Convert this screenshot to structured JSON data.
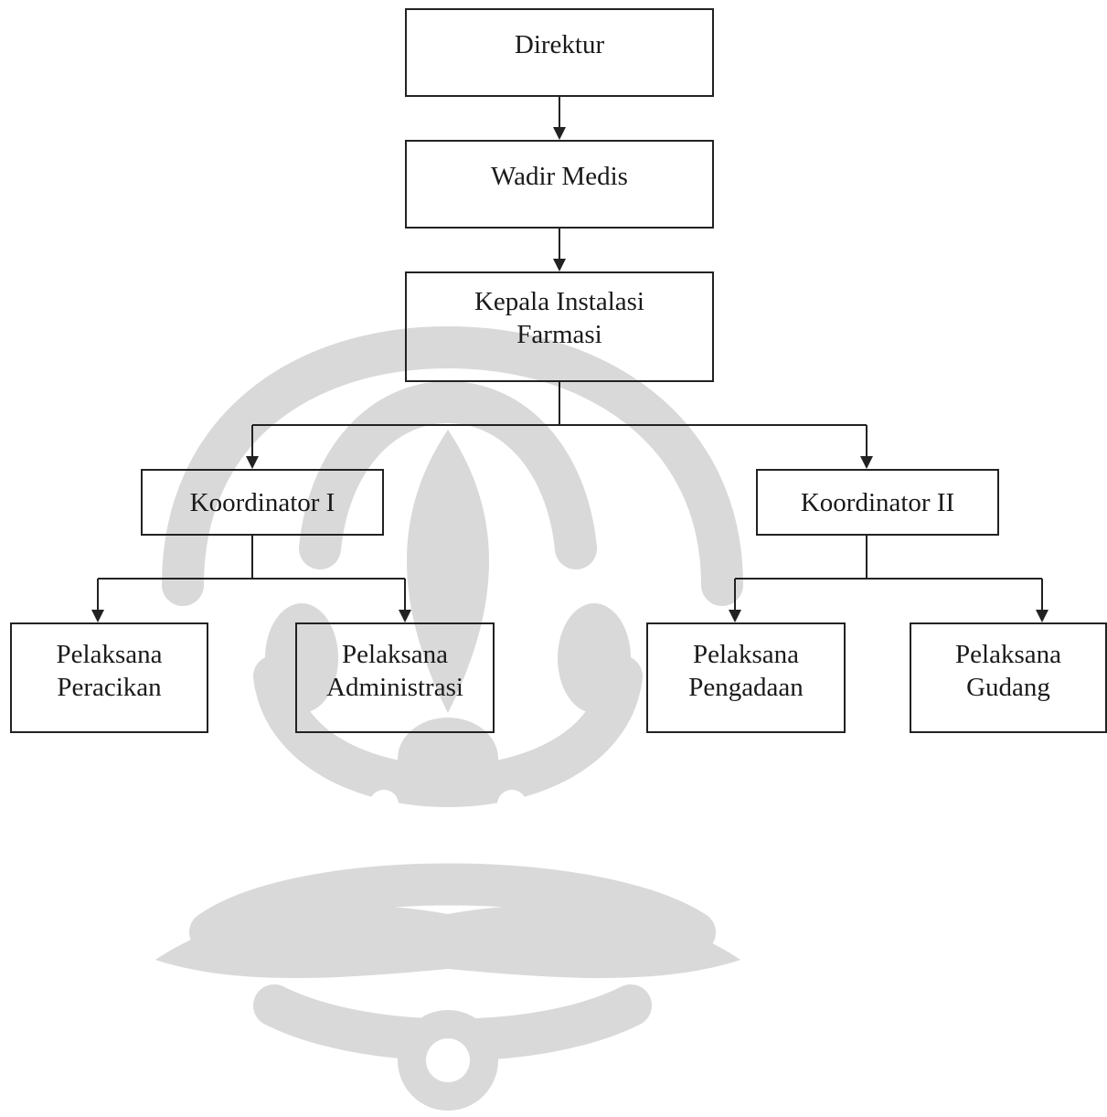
{
  "diagram": {
    "type": "organizational-chart",
    "colors": {
      "line": "#222222",
      "text": "#1a1a1a",
      "watermark": "#d9d9d9"
    },
    "nodes": {
      "direktur": {
        "lines": [
          "Direktur"
        ]
      },
      "wadir_medis": {
        "lines": [
          "Wadir Medis"
        ]
      },
      "kepala_instalasi": {
        "lines": [
          "Kepala Instalasi",
          "Farmasi"
        ]
      },
      "koordinator_1": {
        "lines": [
          "Koordinator I"
        ]
      },
      "koordinator_2": {
        "lines": [
          "Koordinator II"
        ]
      },
      "pelaksana_peracikan": {
        "lines": [
          "Pelaksana",
          "Peracikan"
        ]
      },
      "pelaksana_administrasi": {
        "lines": [
          "Pelaksana",
          "Administrasi"
        ]
      },
      "pelaksana_pengadaan": {
        "lines": [
          "Pelaksana",
          "Pengadaan"
        ]
      },
      "pelaksana_gudang": {
        "lines": [
          "Pelaksana",
          "Gudang"
        ]
      }
    },
    "edges": [
      [
        "direktur",
        "wadir_medis"
      ],
      [
        "wadir_medis",
        "kepala_instalasi"
      ],
      [
        "kepala_instalasi",
        "koordinator_1"
      ],
      [
        "kepala_instalasi",
        "koordinator_2"
      ],
      [
        "koordinator_1",
        "pelaksana_peracikan"
      ],
      [
        "koordinator_1",
        "pelaksana_administrasi"
      ],
      [
        "koordinator_2",
        "pelaksana_pengadaan"
      ],
      [
        "koordinator_2",
        "pelaksana_gudang"
      ]
    ]
  }
}
